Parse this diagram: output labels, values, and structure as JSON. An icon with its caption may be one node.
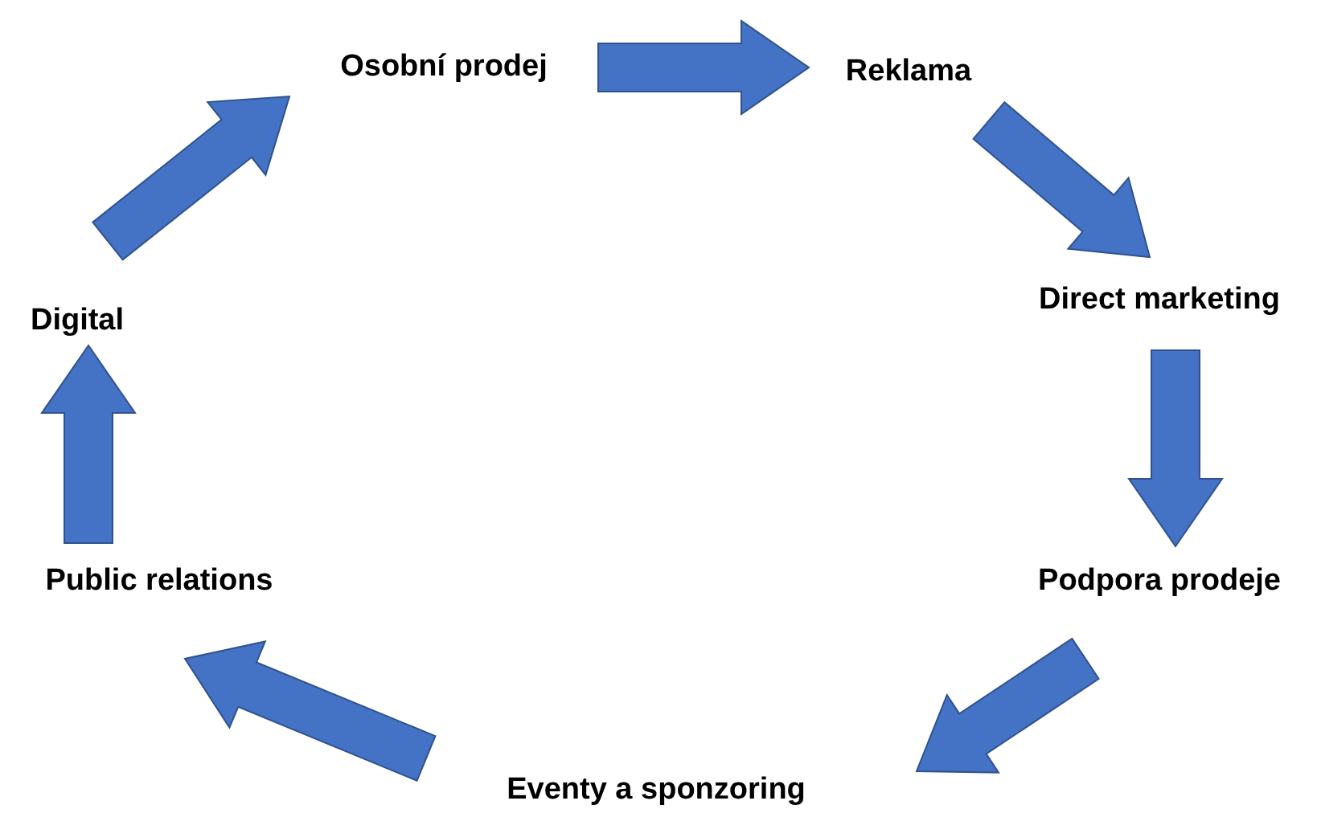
{
  "diagram": {
    "nodes": [
      {
        "text": [
          "Osobní prodej"
        ]
      },
      {
        "text": [
          "Reklama"
        ]
      },
      {
        "text": [
          "Direct marketing"
        ]
      },
      {
        "text": [
          "Podpora prodeje"
        ]
      },
      {
        "text": [
          "Eventy a sponzoring"
        ]
      },
      {
        "text": [
          "Public relations"
        ]
      },
      {
        "text": [
          "Digital"
        ]
      }
    ],
    "edges": [
      {
        "from": 0,
        "to": 1,
        "arrow": "to"
      },
      {
        "from": 1,
        "to": 2,
        "arrow": "to"
      },
      {
        "from": 2,
        "to": 3,
        "arrow": "to"
      },
      {
        "from": 3,
        "to": 4,
        "arrow": "to"
      },
      {
        "from": 4,
        "to": 5,
        "arrow": "to"
      },
      {
        "from": 5,
        "to": 6,
        "arrow": "to"
      },
      {
        "from": 6,
        "to": 0,
        "arrow": "to"
      }
    ]
  }
}
